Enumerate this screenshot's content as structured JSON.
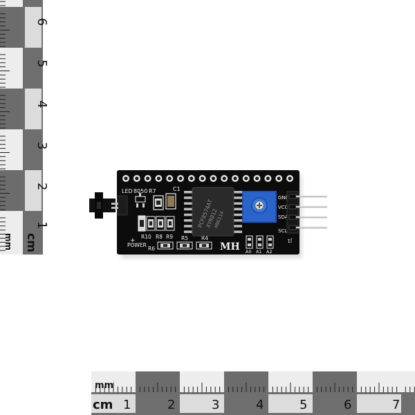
{
  "colors": {
    "background": "#ffffff",
    "pcb": "#0c0c0c",
    "silkscreen": "#f2f2f2",
    "potentiometer": "#2a63c9",
    "pin_metal": "#b9b9b9",
    "ruler_dark": "#6c6c6c",
    "ruler_light": "#e9e9e9"
  },
  "ruler_vertical": {
    "unit_mm": "mm",
    "unit_cm": "cm",
    "numbers": [
      "6",
      "5",
      "4",
      "3",
      "2",
      "1"
    ]
  },
  "ruler_horizontal": {
    "unit_mm": "mm",
    "unit_cm": "cm",
    "numbers": [
      "1",
      "2",
      "3",
      "4",
      "5",
      "6",
      "7"
    ]
  },
  "board": {
    "labels": {
      "led": "LED",
      "transistor": "8050",
      "r7": "R7",
      "c1": "C1",
      "r10": "R10",
      "r8": "R8",
      "r9": "R9",
      "plus": "+",
      "power": "POWER",
      "r6": "R6",
      "r5": "R5",
      "r4": "R4",
      "brand": "MH",
      "a0": "A0",
      "a1": "A1",
      "a2": "A2",
      "gnd": "GND",
      "vcc": "VCC",
      "sda": "SDA",
      "scl": "SCL",
      "j1": "J1"
    },
    "chip_lines": [
      "PCF8574AT",
      "XYR012",
      "HNG114"
    ]
  }
}
